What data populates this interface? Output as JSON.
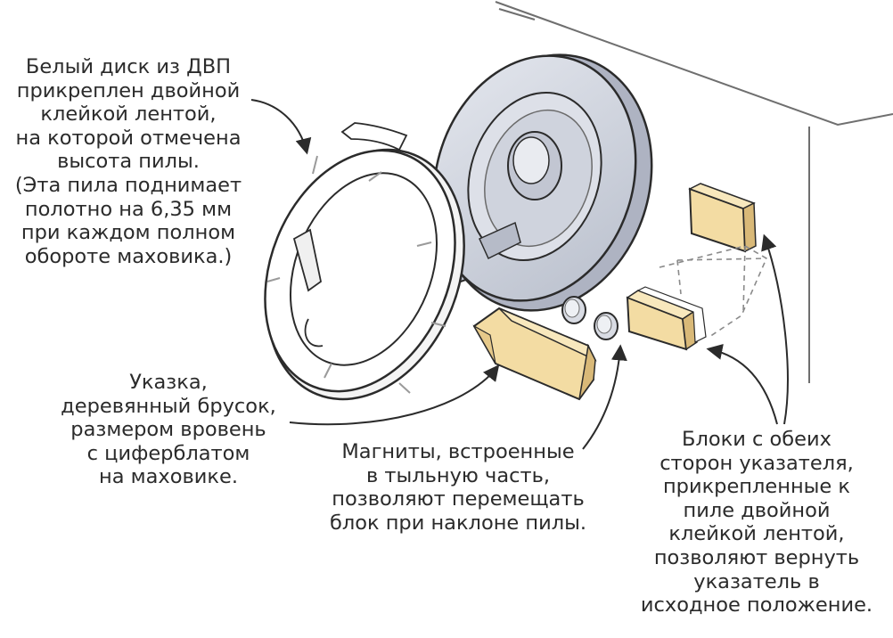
{
  "colors": {
    "ink": "#2b2b2b",
    "wheel_face": "#d6dae4",
    "wheel_shadow": "#aeb3c2",
    "wood": "#f3dca3",
    "wood_shade": "#d9b978",
    "disk": "#ffffff",
    "dashed_outline": "#8a8a8a"
  },
  "callouts": {
    "dial": {
      "lines": [
        "Белый диск из ДВП",
        "прикреплен двойной",
        "клейкой лентой,",
        "на которой отмечена",
        "высота пилы.",
        "(Эта пила поднимает",
        "полотно на 6,35 мм",
        "при каждом полном",
        "обороте маховика.)"
      ]
    },
    "pointer": {
      "lines": [
        "Указка,",
        "деревянный брусок,",
        "размером вровень",
        "с циферблатом",
        "на маховике."
      ]
    },
    "magnets": {
      "lines": [
        "Магниты, встроенные",
        "в тыльную часть,",
        "позволяют перемещать",
        "блок при наклоне пилы."
      ]
    },
    "blocks": {
      "lines": [
        "Блоки с обеих",
        "сторон указателя,",
        "прикрепленные к",
        "пиле двойной",
        "клейкой лентой,",
        "позволяют вернуть",
        "указатель в",
        "исходное положение."
      ]
    }
  }
}
